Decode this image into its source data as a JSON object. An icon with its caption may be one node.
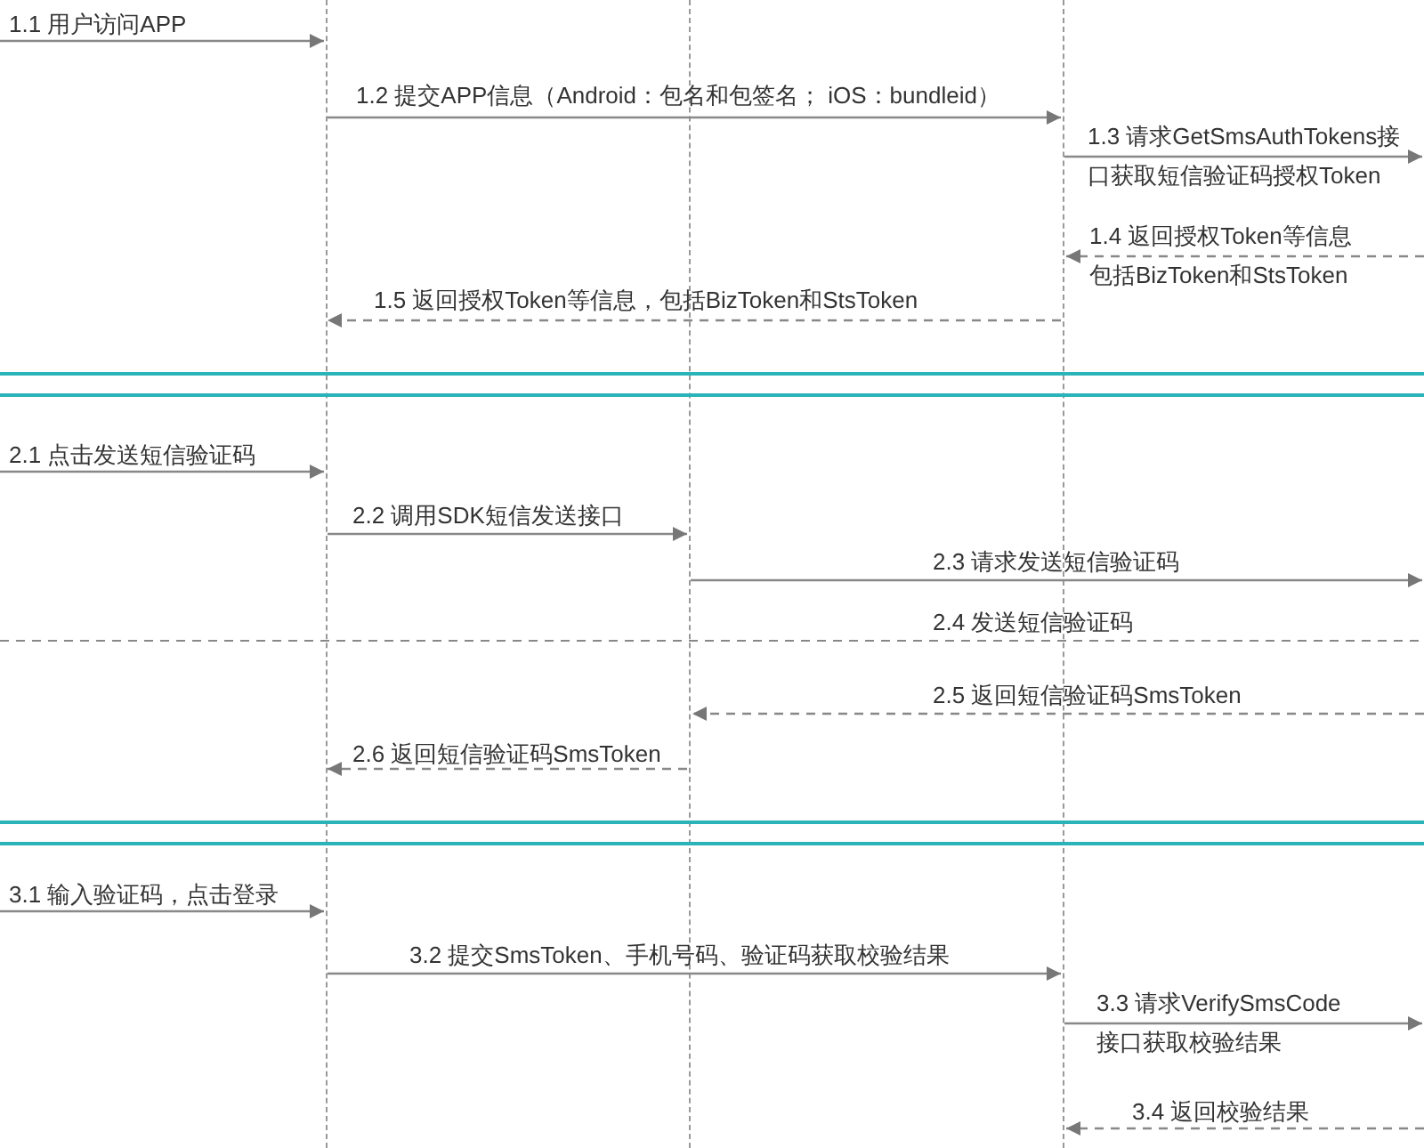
{
  "diagram": {
    "nodes": [
      {
        "text": [],
        "shape": "line"
      },
      {
        "text": [],
        "shape": "line"
      },
      {
        "text": [],
        "shape": "line"
      }
    ],
    "edges": [
      {
        "from": null,
        "to": 0,
        "arrow": "to",
        "label": "1.1  用户访问APP"
      },
      {
        "from": 0,
        "to": 2,
        "arrow": "to",
        "label": "1.2 提交APP信息（Android：包名和包签名； iOS：bundleid）"
      },
      {
        "from": 2,
        "to": null,
        "arrow": "to",
        "label": "1.3 请求GetSmsAuthTokens接口获取短信验证码授权Token"
      },
      {
        "from": null,
        "to": 2,
        "arrow": "to",
        "style": "dashed",
        "label": "1.4 返回授权Token等信息包括BizToken和StsToken"
      },
      {
        "from": 2,
        "to": 0,
        "arrow": "to",
        "style": "dashed",
        "label": "1.5 返回授权Token等信息，包括BizToken和StsToken"
      },
      {
        "from": null,
        "to": 0,
        "arrow": "to",
        "label": "2.1  点击发送短信验证码"
      },
      {
        "from": 0,
        "to": 1,
        "arrow": "to",
        "label": "2.2 调用SDK短信发送接口"
      },
      {
        "from": 1,
        "to": null,
        "arrow": "to",
        "label": "2.3 请求发送短信验证码"
      },
      {
        "from": null,
        "to": 1,
        "arrow": "to",
        "style": "dashed",
        "label": "2.5 返回短信验证码SmsToken"
      },
      {
        "from": 1,
        "to": 0,
        "arrow": "to",
        "style": "dashed",
        "label": "2.6 返回短信验证码SmsToken"
      },
      {
        "from": null,
        "to": 0,
        "arrow": "to",
        "label": "3.1  输入验证码，点击登录"
      },
      {
        "from": 0,
        "to": 2,
        "arrow": "to",
        "label": "3.2 提交SmsToken、手机号码、验证码获取校验结果"
      },
      {
        "from": 2,
        "to": null,
        "arrow": "to",
        "label": "3.3 请求VerifySmsCode接口获取校验结果"
      },
      {
        "from": null,
        "to": 2,
        "arrow": "to",
        "style": "dashed",
        "label": "3.4  返回校验结果"
      }
    ],
    "labels": [
      "2.4 发送短信验证码"
    ]
  }
}
